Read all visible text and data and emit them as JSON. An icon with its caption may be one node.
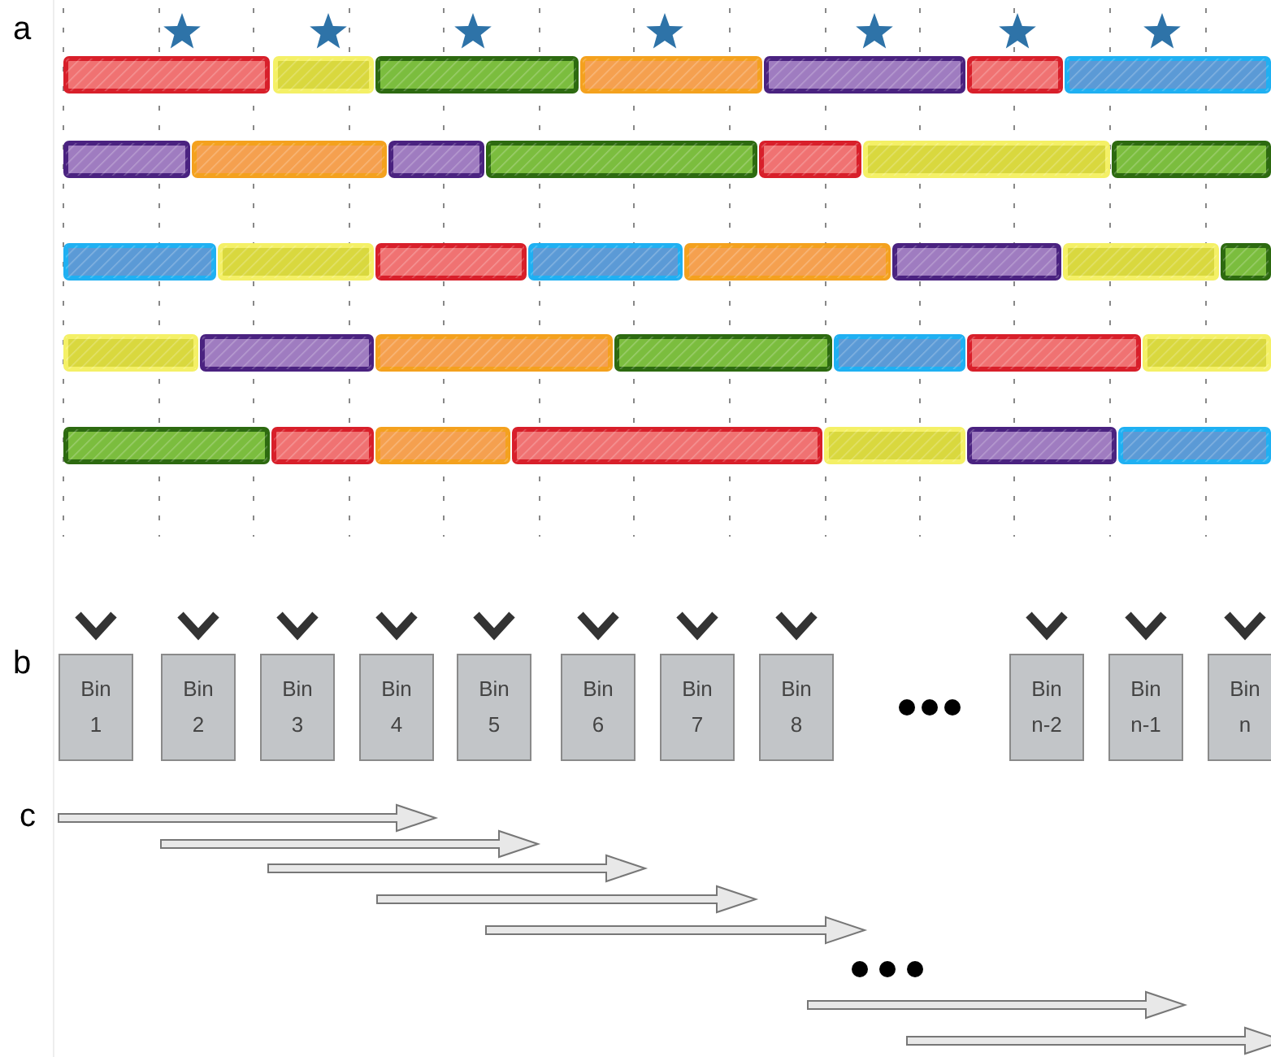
{
  "diagram": {
    "nodes": [
      {
        "text": [
          "Bin 1"
        ]
      },
      {
        "text": [
          "Bin 2"
        ]
      },
      {
        "text": [
          "Bin 3"
        ]
      },
      {
        "text": [
          "Bin 4"
        ]
      },
      {
        "text": [
          "Bin 5"
        ]
      },
      {
        "text": [
          "Bin 6"
        ]
      },
      {
        "text": [
          "Bin 7"
        ]
      },
      {
        "text": [
          "Bin 8"
        ]
      },
      {
        "text": [
          "Bin n-2"
        ]
      },
      {
        "text": [
          "Bin n-1"
        ]
      },
      {
        "text": [
          "Bin n"
        ]
      }
    ],
    "edges": [
      {
        "from": null,
        "to": 0,
        "arrow": "to"
      },
      {
        "from": null,
        "to": 1,
        "arrow": "to"
      },
      {
        "from": null,
        "to": 2,
        "arrow": "to"
      },
      {
        "from": null,
        "to": 3,
        "arrow": "to"
      },
      {
        "from": null,
        "to": 4,
        "arrow": "to"
      },
      {
        "from": null,
        "to": 5,
        "arrow": "to"
      },
      {
        "from": null,
        "to": 6,
        "arrow": "to"
      },
      {
        "from": null,
        "to": 7,
        "arrow": "to"
      },
      {
        "from": null,
        "to": 8,
        "arrow": "to"
      },
      {
        "from": null,
        "to": 9,
        "arrow": "to"
      },
      {
        "from": null,
        "to": 10,
        "arrow": "to"
      }
    ],
    "labels": [
      "a",
      "b",
      "c"
    ]
  }
}
